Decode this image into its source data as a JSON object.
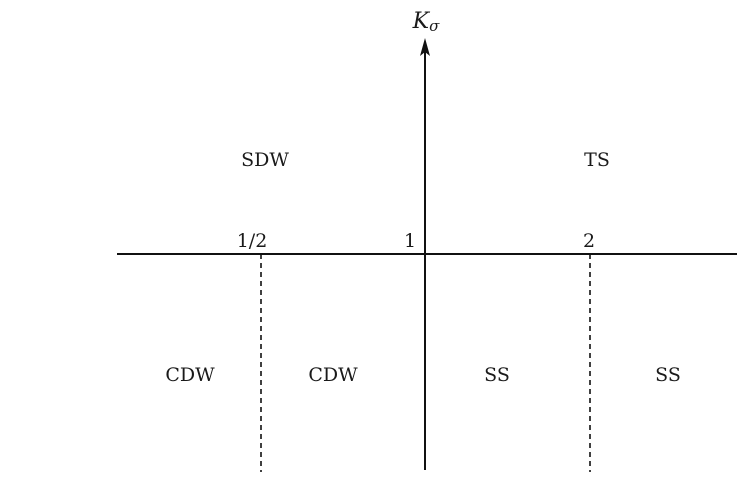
{
  "axis": {
    "label_main": "K",
    "label_sub": "σ"
  },
  "ticks": [
    {
      "label": "1/2",
      "value": 0.5
    },
    {
      "label": "1",
      "value": 1
    },
    {
      "label": "2",
      "value": 2
    }
  ],
  "regions": {
    "upper_left": "SDW",
    "upper_right": "TS",
    "lower": [
      "CDW",
      "CDW",
      "SS",
      "SS"
    ]
  }
}
